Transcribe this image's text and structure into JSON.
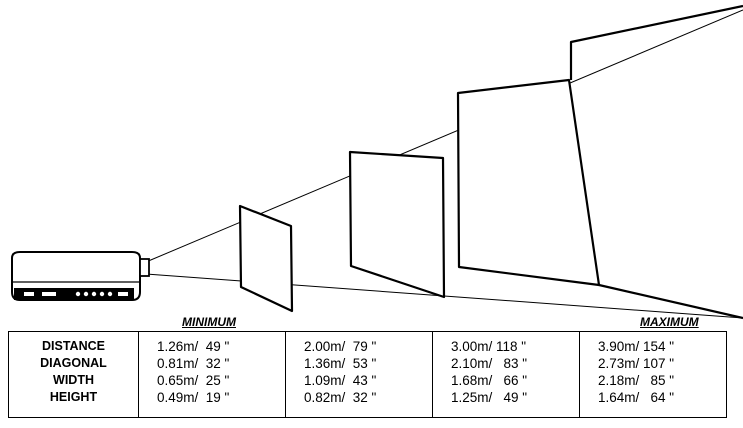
{
  "table": {
    "row_labels": [
      "DISTANCE",
      "DIAGONAL",
      "WIDTH",
      "HEIGHT"
    ],
    "header_minimum": "MINIMUM",
    "header_maximum": "MAXIMUM",
    "columns": [
      [
        "1.26m/  49 \"",
        "0.81m/  32 \"",
        "0.65m/  25 \"",
        "0.49m/  19 \""
      ],
      [
        "2.00m/  79 \"",
        "1.36m/  53 \"",
        "1.09m/  43 \"",
        "0.82m/  32 \""
      ],
      [
        "3.00m/ 118 \"",
        "2.10m/   83 \"",
        "1.68m/   66 \"",
        "1.25m/   49 \""
      ],
      [
        "3.90m/ 154 \"",
        "2.73m/ 107 \"",
        "2.18m/   85 \"",
        "1.64m/   64 \""
      ]
    ]
  }
}
